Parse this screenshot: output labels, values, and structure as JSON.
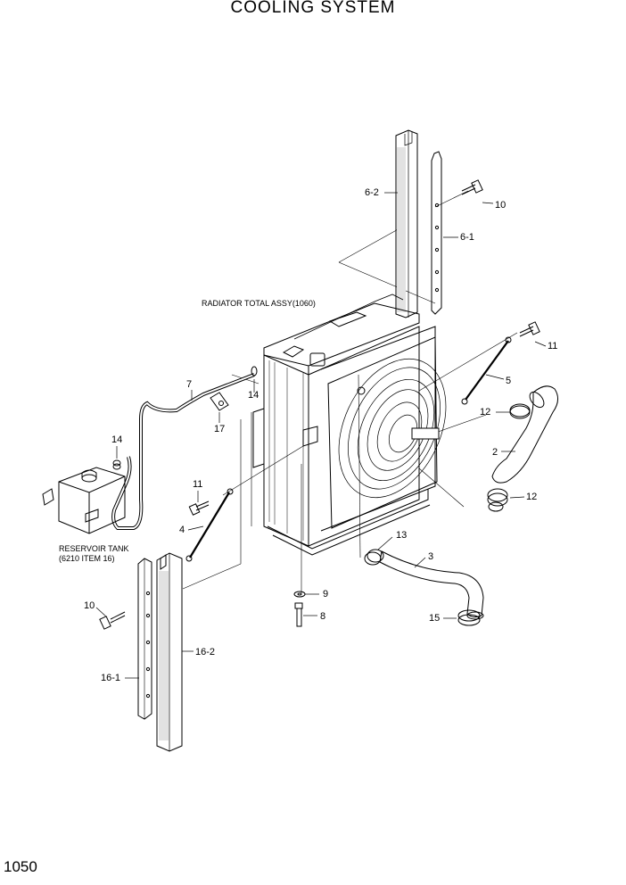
{
  "title": "COOLING SYSTEM",
  "page_number": "1050",
  "notes": {
    "radiator": "RADIATOR TOTAL ASSY(1060)",
    "reservoir_line1": "RESERVOIR TANK",
    "reservoir_line2": "(6210 ITEM 16)"
  },
  "callouts": {
    "c6_2": "6-2",
    "c10_top": "10",
    "c6_1": "6-1",
    "c11_right": "11",
    "c5": "5",
    "c12_top": "12",
    "c2": "2",
    "c12_bottom": "12",
    "c7": "7",
    "c14_mid": "14",
    "c17": "17",
    "c14_left": "14",
    "c11_left": "11",
    "c4": "4",
    "c13": "13",
    "c3": "3",
    "c9": "9",
    "c8": "8",
    "c15": "15",
    "c10_left": "10",
    "c16_2": "16-2",
    "c16_1": "16-1"
  }
}
